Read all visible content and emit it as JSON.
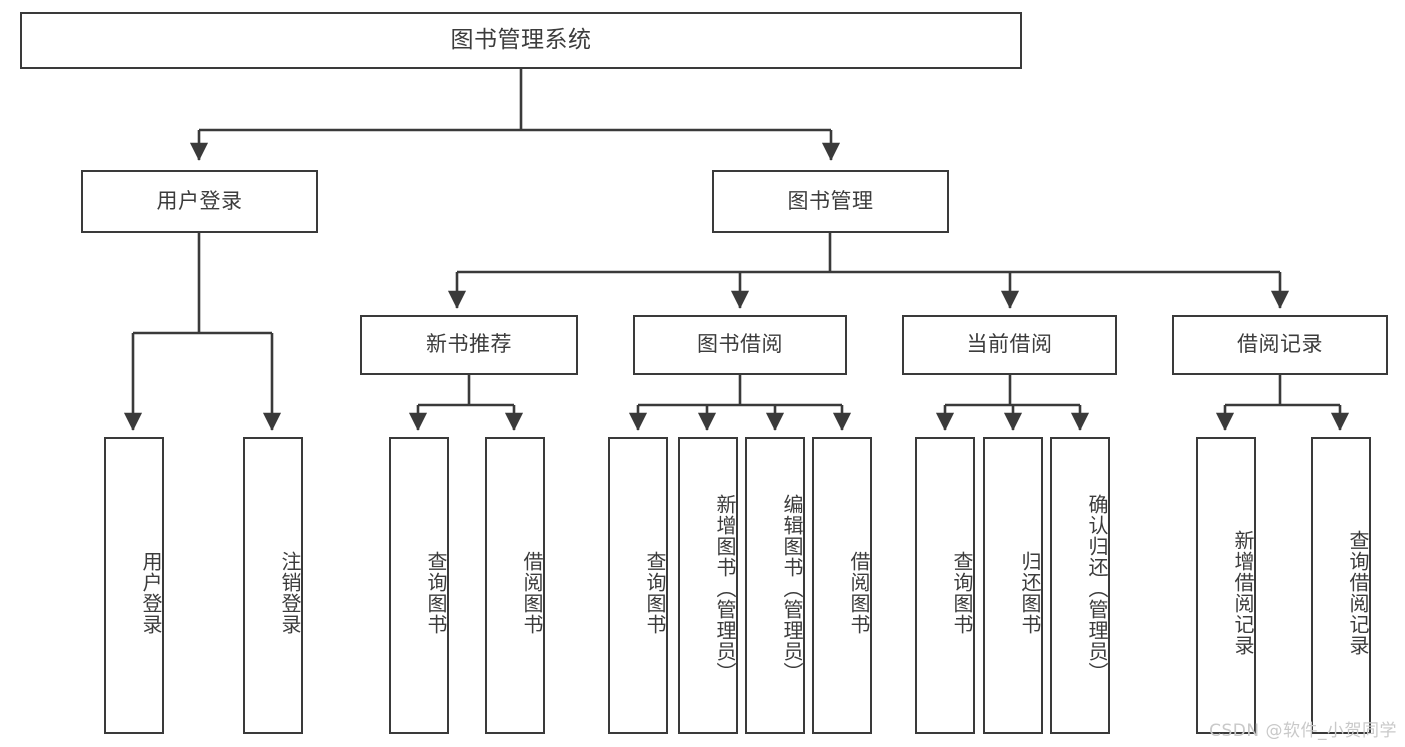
{
  "diagram": {
    "title": "图书管理系统",
    "type": "hierarchy-tree",
    "watermark": "CSDN @软件_小贺同学",
    "colors": {
      "stroke": "#3a3a3a",
      "text": "#3c3c3c",
      "background": "#ffffff",
      "watermark": "#c9c9c9"
    },
    "levels": {
      "root": {
        "label": "图书管理系统"
      },
      "level2": [
        {
          "label": "用户登录"
        },
        {
          "label": "图书管理"
        }
      ],
      "level3": [
        {
          "label": "新书推荐"
        },
        {
          "label": "图书借阅"
        },
        {
          "label": "当前借阅"
        },
        {
          "label": "借阅记录"
        }
      ],
      "leaves": [
        {
          "label": "用户登录",
          "parent": "用户登录"
        },
        {
          "label": "注销登录",
          "parent": "用户登录"
        },
        {
          "label": "查询图书",
          "parent": "新书推荐"
        },
        {
          "label": "借阅图书",
          "parent": "新书推荐"
        },
        {
          "label": "查询图书",
          "parent": "图书借阅"
        },
        {
          "label": "新增图书（管理员）",
          "parent": "图书借阅"
        },
        {
          "label": "编辑图书（管理员）",
          "parent": "图书借阅"
        },
        {
          "label": "借阅图书",
          "parent": "图书借阅"
        },
        {
          "label": "查询图书",
          "parent": "当前借阅"
        },
        {
          "label": "归还图书",
          "parent": "当前借阅"
        },
        {
          "label": "确认归还（管理员）",
          "parent": "当前借阅"
        },
        {
          "label": "新增借阅记录",
          "parent": "借阅记录"
        },
        {
          "label": "查询借阅记录",
          "parent": "借阅记录"
        }
      ]
    }
  }
}
